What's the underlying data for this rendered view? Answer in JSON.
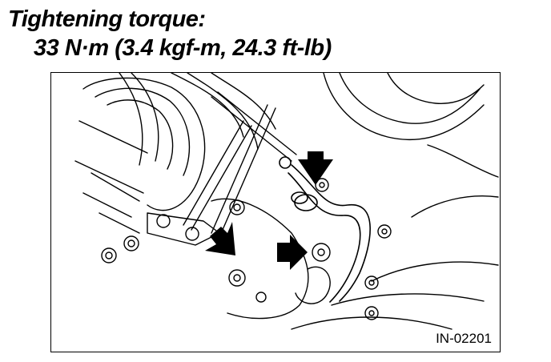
{
  "heading": {
    "line1": "Tightening torque:",
    "line2": "33 N·m (3.4 kgf-m, 24.3 ft-lb)"
  },
  "figure": {
    "code": "IN-02201",
    "arrow_color": "#000000"
  }
}
